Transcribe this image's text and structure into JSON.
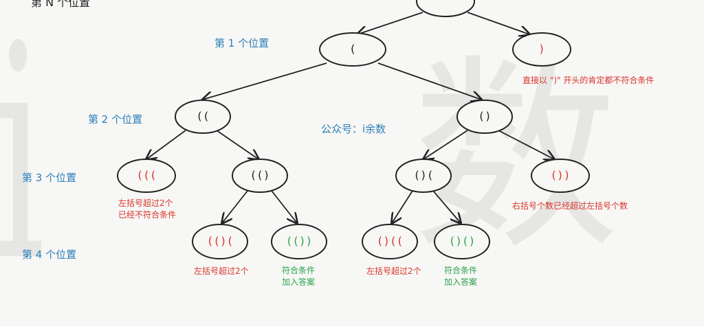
{
  "watermark": {
    "left_glyph": "i",
    "right_glyph": "数"
  },
  "top_title": "第 N 个位置",
  "positions": {
    "p1": "第 1 个位置",
    "p2": "第  2  个位置",
    "p3": "第  3  个位置",
    "p4": "第  4  个位置"
  },
  "brand": "公众号：i余数",
  "nodes": {
    "root": "",
    "l1_left": "(",
    "l1_right": ")",
    "l2_left": "((",
    "l2_right": "()",
    "l3_a": "(((",
    "l3_b": "(()",
    "l3_c": "()(",
    "l3_d": "())",
    "l4_a": "(()(",
    "l4_b": "(())",
    "l4_c": "()((",
    "l4_d": "()()"
  },
  "notes": {
    "right_paren_start": "直接以 \")\" 开头的肯定都不符合条件",
    "left_exceed_1": "左括号超过2个",
    "left_exceed_2": "已经不符合条件",
    "right_exceed_left": "右括号个数已经超过左括号个数",
    "l4a_note": "左括号超过2个",
    "l4b_note_1": "符合条件",
    "l4b_note_2": "加入答案",
    "l4c_note": "左括号超过2个",
    "l4d_note_1": "符合条件",
    "l4d_note_2": "加入答案"
  },
  "colors": {
    "default": "#222222",
    "invalid": "#d9342b",
    "valid": "#2ba34a",
    "label": "#2c7fb8"
  }
}
